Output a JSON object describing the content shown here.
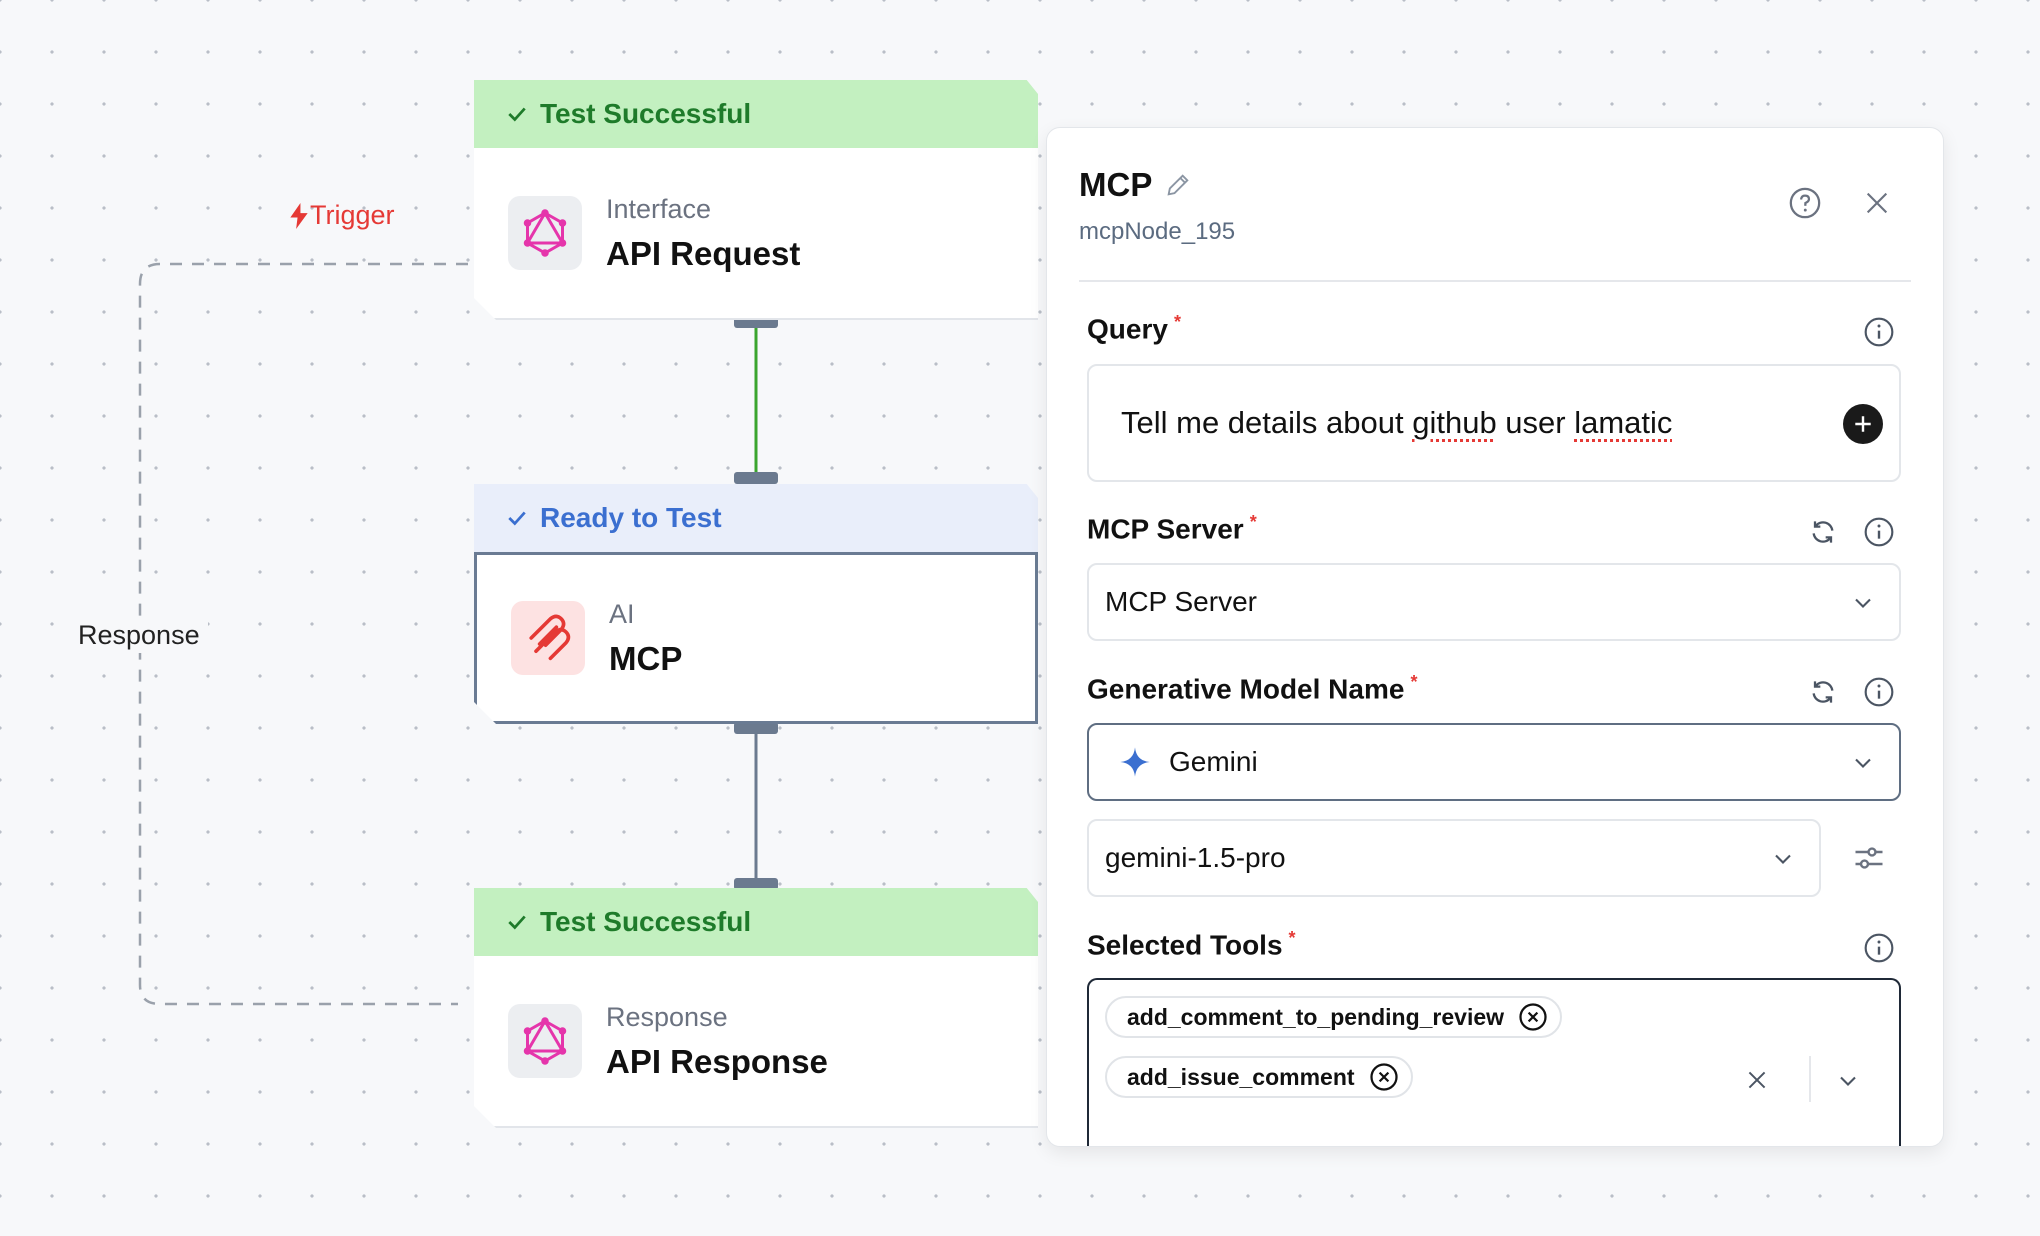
{
  "edges": {
    "trigger_label": "Trigger",
    "response_label": "Response"
  },
  "nodes": [
    {
      "status": "Test Successful",
      "type": "Interface",
      "name": "API Request",
      "icon": "graphql-icon"
    },
    {
      "status": "Ready to Test",
      "type": "AI",
      "name": "MCP",
      "icon": "mcp-icon"
    },
    {
      "status": "Test Successful",
      "type": "Response",
      "name": "API Response",
      "icon": "graphql-icon"
    }
  ],
  "panel": {
    "title": "MCP",
    "subtitle": "mcpNode_195",
    "query": {
      "label": "Query",
      "required_mark": "*",
      "value_prefix": "Tell me details about ",
      "value_word1": "github",
      "value_middle": " user ",
      "value_word2": "lamatic"
    },
    "mcp_server": {
      "label": "MCP Server",
      "required_mark": "*",
      "value": "MCP Server"
    },
    "generative_model": {
      "label": "Generative Model Name",
      "required_mark": "*",
      "provider": "Gemini",
      "model": "gemini-1.5-pro"
    },
    "selected_tools": {
      "label": "Selected Tools",
      "required_mark": "*",
      "items": [
        "add_comment_to_pending_review",
        "add_issue_comment"
      ]
    }
  },
  "colors": {
    "success_bg": "#c3f0c0",
    "success_text": "#1e7b2a",
    "ready_bg": "#e9eefa",
    "ready_text": "#3b6fd0",
    "required": "#e53935",
    "edge_active": "#3aa52e",
    "edge_idle": "#6b7a8f"
  }
}
